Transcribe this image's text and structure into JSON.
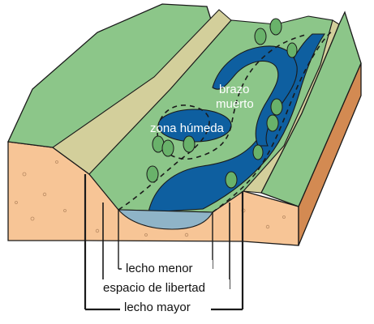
{
  "labels": {
    "oxbow_line1": "brazo",
    "oxbow_line2": "muerto",
    "wetland": "zona húmeda",
    "minor_bed": "lecho menor",
    "freedom_space": "espacio de libertad",
    "major_bed": "lecho mayor"
  },
  "colors": {
    "water": "#0e5fa0",
    "water_light": "#8fb4c8",
    "grass": "#8cc689",
    "grass_dark": "#6fae72",
    "terrace": "#d3cf9b",
    "soil": "#f7c596",
    "soil_side": "#d38a52",
    "tree": "#69b26a",
    "outline": "#1a1a1a"
  }
}
